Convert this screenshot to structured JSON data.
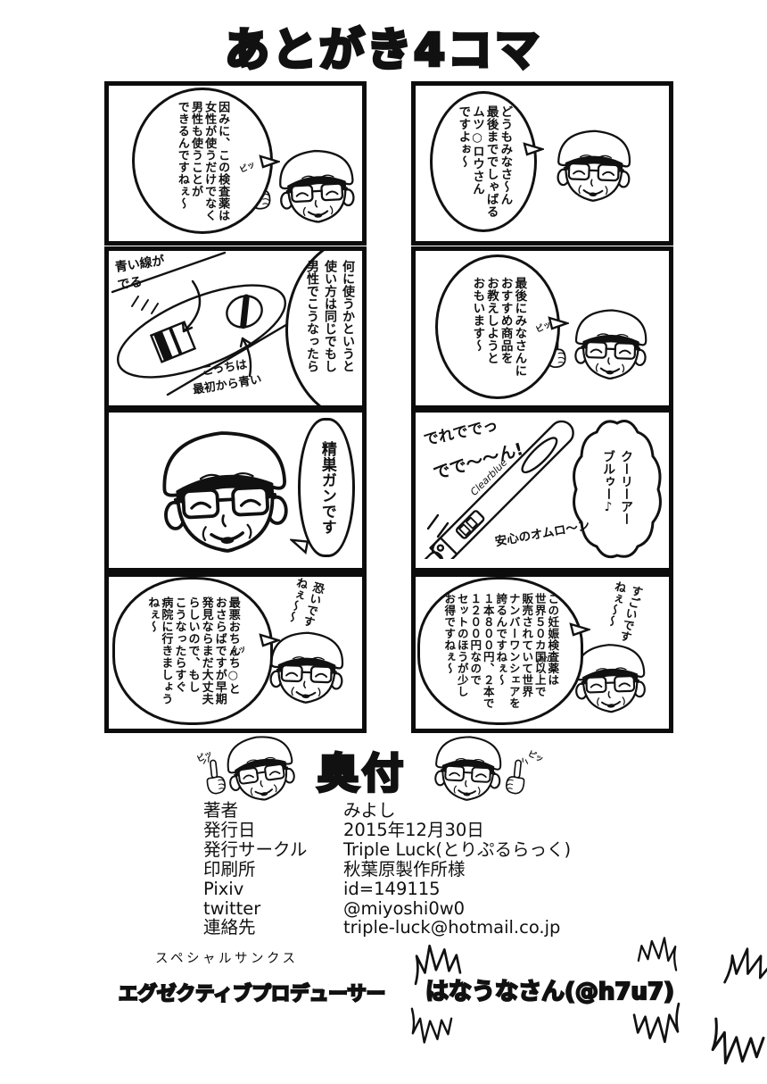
{
  "title": "あとがき4コマ",
  "colors": {
    "ink": "#111111",
    "paper": "#ffffff"
  },
  "shared": {
    "hand_sfx": "ピッ"
  },
  "panels": {
    "p1": {
      "bubble": "因みに、この検査薬は\n女性が使うだけでなく\n男性も使うことが\nできるんですねぇ〜"
    },
    "p2": {
      "bubble": "どうもみなさ〜ん\n最後まででしゃばる\nムツ○ロウさん\nですよぉ〜"
    },
    "p3": {
      "bubble": "何に使うかというと\n使い方は同じでもし\n男性でこうなったら",
      "label_top": "青い線が\nでる",
      "label_bottom": "こっちは\n最初から青い"
    },
    "p4": {
      "bubble": "最後にみなさんに\nおすすめ商品を\nお教えしようと\nおもいます〜"
    },
    "p5": {
      "bubble": "精巣ガンです"
    },
    "p6": {
      "sfx1": "でれででっ",
      "sfx2": "でで〜〜ん!",
      "stick_label": "Clearblue",
      "note": "安心のオムロ〜ン",
      "bubble": "クーリーアー\nブルゥー♪"
    },
    "p7": {
      "bubble": "最悪おちんち○と\nおさらばですが早期\n発見ならまだ大丈夫\nらしいので、もし\nこうなったらすぐ\n病院に行きましょう\nねぇ〜",
      "hand_note": "恐いです\nねぇ〜〜"
    },
    "p8": {
      "bubble": "この妊娠検査薬は\n世界５０カ国以上で\n販売されていて世界\nナンバーワンシェアを\n誇るんですねぇ〜\n１本８００円、２本で\n１２００円なので\nセットのほうが少し\nお得ですねぇ〜",
      "hand_note": "すごいです\nねぇ〜〜"
    }
  },
  "colophon": {
    "title": "奥付",
    "rows": [
      {
        "label": "著者",
        "value": "みよし"
      },
      {
        "label": "発行日",
        "value": "2015年12月30日"
      },
      {
        "label": "発行サークル",
        "value": "Triple Luck(とりぷるらっく)"
      },
      {
        "label": "印刷所",
        "value": "秋葉原製作所様"
      },
      {
        "label": "Pixiv",
        "value": "id=149115"
      },
      {
        "label": "twitter",
        "value": "@miyoshi0w0"
      },
      {
        "label": "連絡先",
        "value": "triple-luck@hotmail.co.jp"
      }
    ]
  },
  "credits": {
    "special_thanks": "スペシャルサンクス",
    "role": "エグゼクティブプロデューサー",
    "name": "はなうなさん(@h7u7)"
  }
}
